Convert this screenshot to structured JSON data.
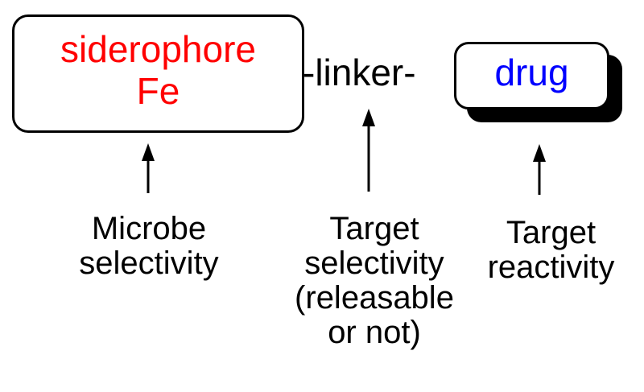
{
  "siderophore_box": {
    "line1": "siderophore",
    "line2": "Fe",
    "text_color": "#ff0000"
  },
  "linker": {
    "text": "-linker-"
  },
  "drug_box": {
    "label": "drug",
    "text_color": "#0000ff"
  },
  "annotations": [
    {
      "lines": [
        "Microbe",
        "selectivity"
      ]
    },
    {
      "lines": [
        "Target",
        "selectivity",
        "(releasable",
        "or not)"
      ]
    },
    {
      "lines": [
        "Target",
        "reactivity"
      ]
    }
  ]
}
